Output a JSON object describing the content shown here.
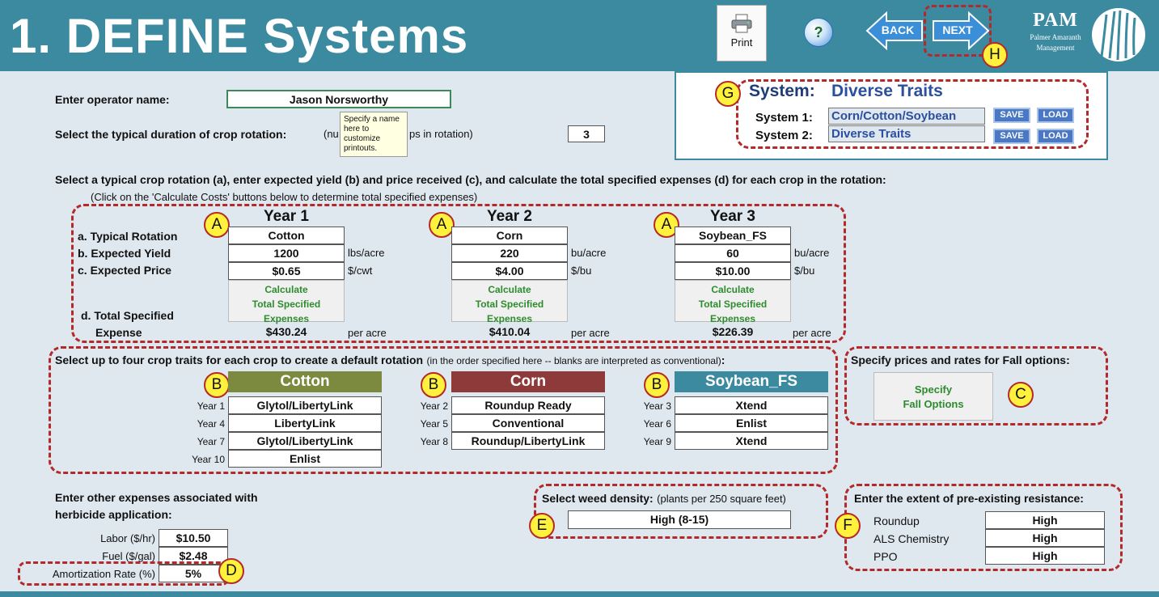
{
  "header": {
    "title": "1. DEFINE Systems",
    "print_label": "Print",
    "help_label": "?",
    "back_label": "BACK",
    "next_label": "NEXT",
    "logo_big": "PAM",
    "logo_small_1": "Palmer Amaranth",
    "logo_small_2": "Management"
  },
  "operator": {
    "label": "Enter operator name:",
    "value": "Jason Norsworthy",
    "tooltip": "Specify a name here to customize printouts."
  },
  "duration": {
    "label": "Select the typical duration of crop rotation:",
    "note_start": "(nu",
    "note_end": "ps in rotation)",
    "value": "3"
  },
  "system": {
    "label": "System:",
    "name": "Diverse Traits",
    "system1_label": "System 1:",
    "system1_value": "Corn/Cotton/Soybean",
    "system2_label": "System 2:",
    "system2_value": "Diverse Traits",
    "save_label": "SAVE",
    "load_label": "LOAD"
  },
  "rotation": {
    "instruction": "Select a typical crop rotation (a), enter expected yield (b) and price received (c), and calculate the total specified expenses (d) for each crop in the rotation:",
    "sub_instruction": "(Click on the 'Calculate Costs' buttons below to determine total specified expenses)",
    "row_a": "a. Typical Rotation",
    "row_b": "b. Expected Yield",
    "row_c": "c. Expected Price",
    "row_d1": "d.  Total Specified",
    "row_d2": "Expense",
    "calc_line1": "Calculate",
    "calc_line2": "Total Specified",
    "calc_line3": "Expenses",
    "per_acre": "per acre",
    "years": [
      {
        "header": "Year 1",
        "crop": "Cotton",
        "yield": "1200",
        "yield_unit": "lbs/acre",
        "price": "$0.65",
        "price_unit": "$/cwt",
        "expense": "$430.24"
      },
      {
        "header": "Year 2",
        "crop": "Corn",
        "yield": "220",
        "yield_unit": "bu/acre",
        "price": "$4.00",
        "price_unit": "$/bu",
        "expense": "$410.04"
      },
      {
        "header": "Year 3",
        "crop": "Soybean_FS",
        "yield": "60",
        "yield_unit": "bu/acre",
        "price": "$10.00",
        "price_unit": "$/bu",
        "expense": "$226.39"
      }
    ]
  },
  "traits": {
    "instruction_bold": "Select up to four crop traits for each crop to create a default rotation",
    "instruction_plain": "(in the order specified here -- blanks are interpreted as conventional)",
    "instruction_colon": ":",
    "crops": [
      {
        "name": "Cotton",
        "color": "#7b8a3e",
        "rows": [
          {
            "year": "Year 1",
            "trait": "Glytol/LibertyLink"
          },
          {
            "year": "Year 4",
            "trait": "LibertyLink"
          },
          {
            "year": "Year 7",
            "trait": "Glytol/LibertyLink"
          },
          {
            "year": "Year 10",
            "trait": "Enlist"
          }
        ]
      },
      {
        "name": "Corn",
        "color": "#8f3a3a",
        "rows": [
          {
            "year": "Year 2",
            "trait": "Roundup Ready"
          },
          {
            "year": "Year 5",
            "trait": "Conventional"
          },
          {
            "year": "Year 8",
            "trait": "Roundup/LibertyLink"
          }
        ]
      },
      {
        "name": "Soybean_FS",
        "color": "#3b8aa0",
        "rows": [
          {
            "year": "Year 3",
            "trait": "Xtend"
          },
          {
            "year": "Year 6",
            "trait": "Enlist"
          },
          {
            "year": "Year 9",
            "trait": "Xtend"
          }
        ]
      }
    ]
  },
  "fall": {
    "label": "Specify prices and rates for Fall options:",
    "btn_line1": "Specify",
    "btn_line2": "Fall Options"
  },
  "expenses": {
    "label_line1": "Enter other expenses associated with",
    "label_line2": "herbicide application:",
    "labor_label": "Labor ($/hr)",
    "labor_value": "$10.50",
    "fuel_label": "Fuel ($/gal)",
    "fuel_value": "$2.48",
    "amort_label": "Amortization Rate (%)",
    "amort_value": "5%"
  },
  "weed": {
    "label_bold": "Select weed density:",
    "label_plain": "(plants per 250 square feet)",
    "value": "High (8-15)"
  },
  "resistance": {
    "label": "Enter the extent of pre-existing resistance:",
    "rows": [
      {
        "name": "Roundup",
        "value": "High"
      },
      {
        "name": "ALS Chemistry",
        "value": "High"
      },
      {
        "name": "PPO",
        "value": "High"
      }
    ]
  },
  "badges": {
    "a": "A",
    "b": "B",
    "c": "C",
    "d": "D",
    "e": "E",
    "f": "F",
    "g": "G",
    "h": "H"
  },
  "colors": {
    "header": "#3b8aa0",
    "annotation": "#b32a2a",
    "badge": "#fff13c",
    "calc_text": "#2e8b2e"
  }
}
